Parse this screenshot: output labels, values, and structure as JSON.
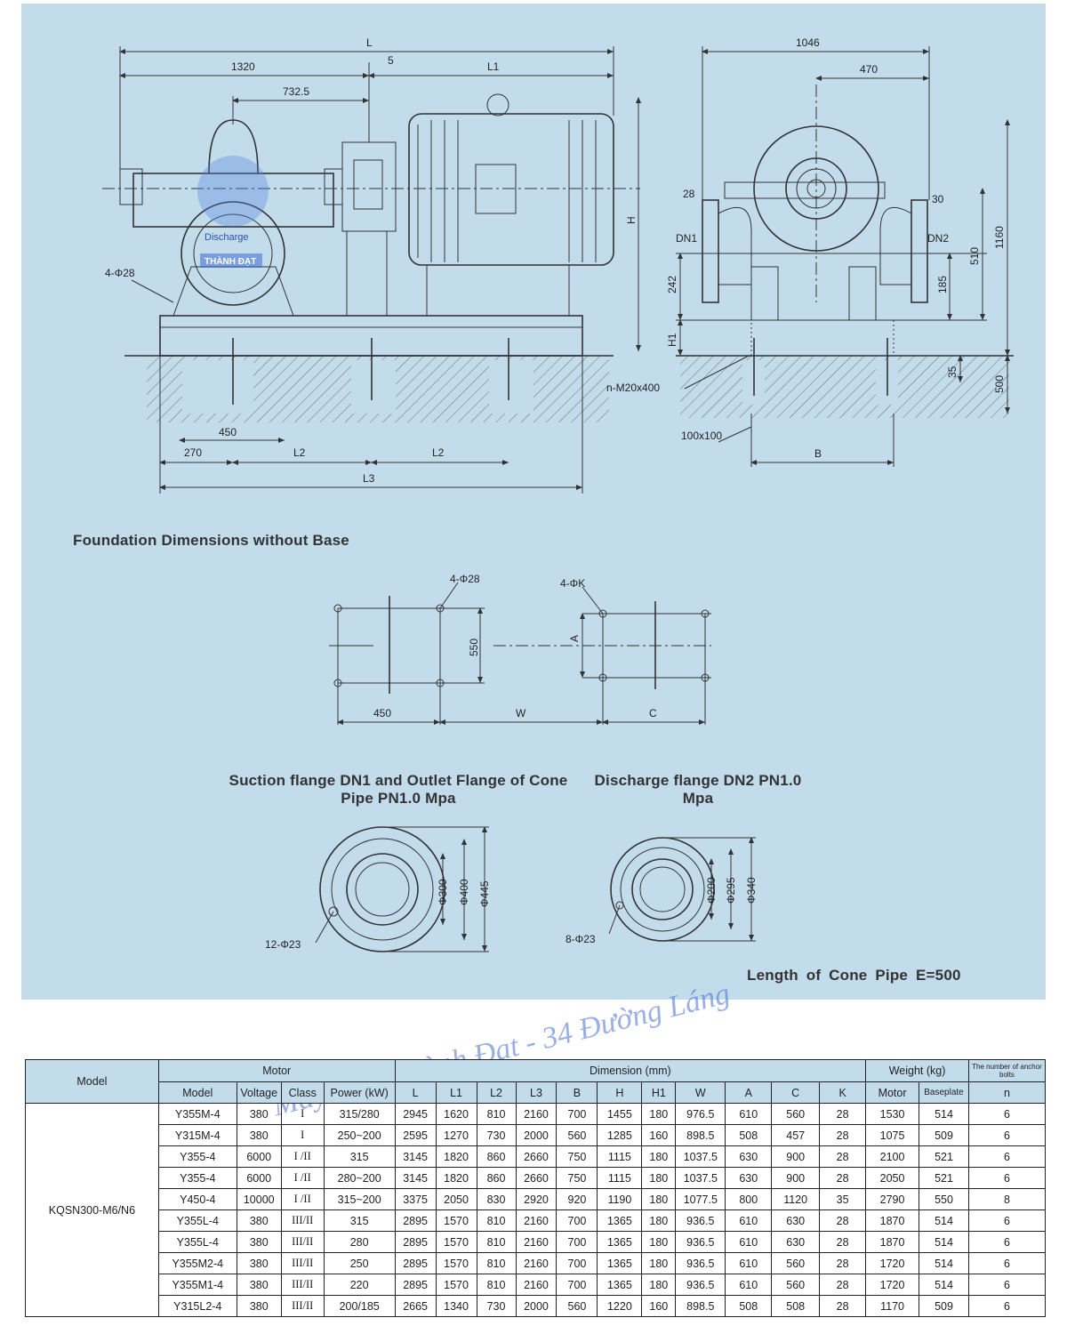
{
  "drawing": {
    "top": {
      "dims": [
        "L",
        "1320",
        "5",
        "L1",
        "732.5",
        "4-Φ28",
        "450",
        "270",
        "L2",
        "L2",
        "L3",
        "H"
      ],
      "side": [
        "1046",
        "470",
        "28",
        "30",
        "DN1",
        "DN2",
        "242",
        "510",
        "1160",
        "185",
        "H1",
        "35",
        "500",
        "n-M20x400",
        "100x100",
        "B"
      ]
    },
    "logo": {
      "line1": "Discharge",
      "line2": "THÀNH ĐẠT"
    },
    "foundation": {
      "title": "Foundation Dimensions without Base",
      "labels": [
        "4-Φ28",
        "4-ΦK",
        "550",
        "A",
        "450",
        "W",
        "C"
      ]
    },
    "flange_suction": {
      "title": "Suction flange DN1 and Outlet Flange of Cone Pipe PN1.0 Mpa",
      "labels": [
        "Φ300",
        "Φ400",
        "Φ445",
        "12-Φ23"
      ]
    },
    "flange_discharge": {
      "title": "Discharge flange DN2 PN1.0 Mpa",
      "labels": [
        "Φ200",
        "Φ295",
        "Φ340",
        "8-Φ23"
      ]
    },
    "cone_note": "Length of Cone Pipe E=500",
    "watermark": "Máy bơm Thành Đạt - 34 Đường Láng"
  },
  "table": {
    "group_headers": {
      "model": "Model",
      "motor": "Motor",
      "dimension": "Dimension (mm)",
      "weight": "Weight (kg)",
      "anchor": "The number of anchor bolts"
    },
    "sub_headers": [
      "Model",
      "Voltage",
      "Class",
      "Power (kW)",
      "L",
      "L1",
      "L2",
      "L3",
      "B",
      "H",
      "H1",
      "W",
      "A",
      "C",
      "K",
      "Motor",
      "Baseplate",
      "n"
    ],
    "pump_model": "KQSN300-M6/N6",
    "rows": [
      [
        "Y355M-4",
        "380",
        "I",
        "315/280",
        "2945",
        "1620",
        "810",
        "2160",
        "700",
        "1455",
        "180",
        "976.5",
        "610",
        "560",
        "28",
        "1530",
        "514",
        "6"
      ],
      [
        "Y315M-4",
        "380",
        "I",
        "250~200",
        "2595",
        "1270",
        "730",
        "2000",
        "560",
        "1285",
        "160",
        "898.5",
        "508",
        "457",
        "28",
        "1075",
        "509",
        "6"
      ],
      [
        "Y355-4",
        "6000",
        "I /II",
        "315",
        "3145",
        "1820",
        "860",
        "2660",
        "750",
        "1115",
        "180",
        "1037.5",
        "630",
        "900",
        "28",
        "2100",
        "521",
        "6"
      ],
      [
        "Y355-4",
        "6000",
        "I /II",
        "280~200",
        "3145",
        "1820",
        "860",
        "2660",
        "750",
        "1115",
        "180",
        "1037.5",
        "630",
        "900",
        "28",
        "2050",
        "521",
        "6"
      ],
      [
        "Y450-4",
        "10000",
        "I /II",
        "315~200",
        "3375",
        "2050",
        "830",
        "2920",
        "920",
        "1190",
        "180",
        "1077.5",
        "800",
        "1120",
        "35",
        "2790",
        "550",
        "8"
      ],
      [
        "Y355L-4",
        "380",
        "III/II",
        "315",
        "2895",
        "1570",
        "810",
        "2160",
        "700",
        "1365",
        "180",
        "936.5",
        "610",
        "630",
        "28",
        "1870",
        "514",
        "6"
      ],
      [
        "Y355L-4",
        "380",
        "III/II",
        "280",
        "2895",
        "1570",
        "810",
        "2160",
        "700",
        "1365",
        "180",
        "936.5",
        "610",
        "630",
        "28",
        "1870",
        "514",
        "6"
      ],
      [
        "Y355M2-4",
        "380",
        "III/II",
        "250",
        "2895",
        "1570",
        "810",
        "2160",
        "700",
        "1365",
        "180",
        "936.5",
        "610",
        "560",
        "28",
        "1720",
        "514",
        "6"
      ],
      [
        "Y355M1-4",
        "380",
        "III/II",
        "220",
        "2895",
        "1570",
        "810",
        "2160",
        "700",
        "1365",
        "180",
        "936.5",
        "610",
        "560",
        "28",
        "1720",
        "514",
        "6"
      ],
      [
        "Y315L2-4",
        "380",
        "III/II",
        "200/185",
        "2665",
        "1340",
        "730",
        "2000",
        "560",
        "1220",
        "160",
        "898.5",
        "508",
        "508",
        "28",
        "1170",
        "509",
        "6"
      ]
    ]
  }
}
